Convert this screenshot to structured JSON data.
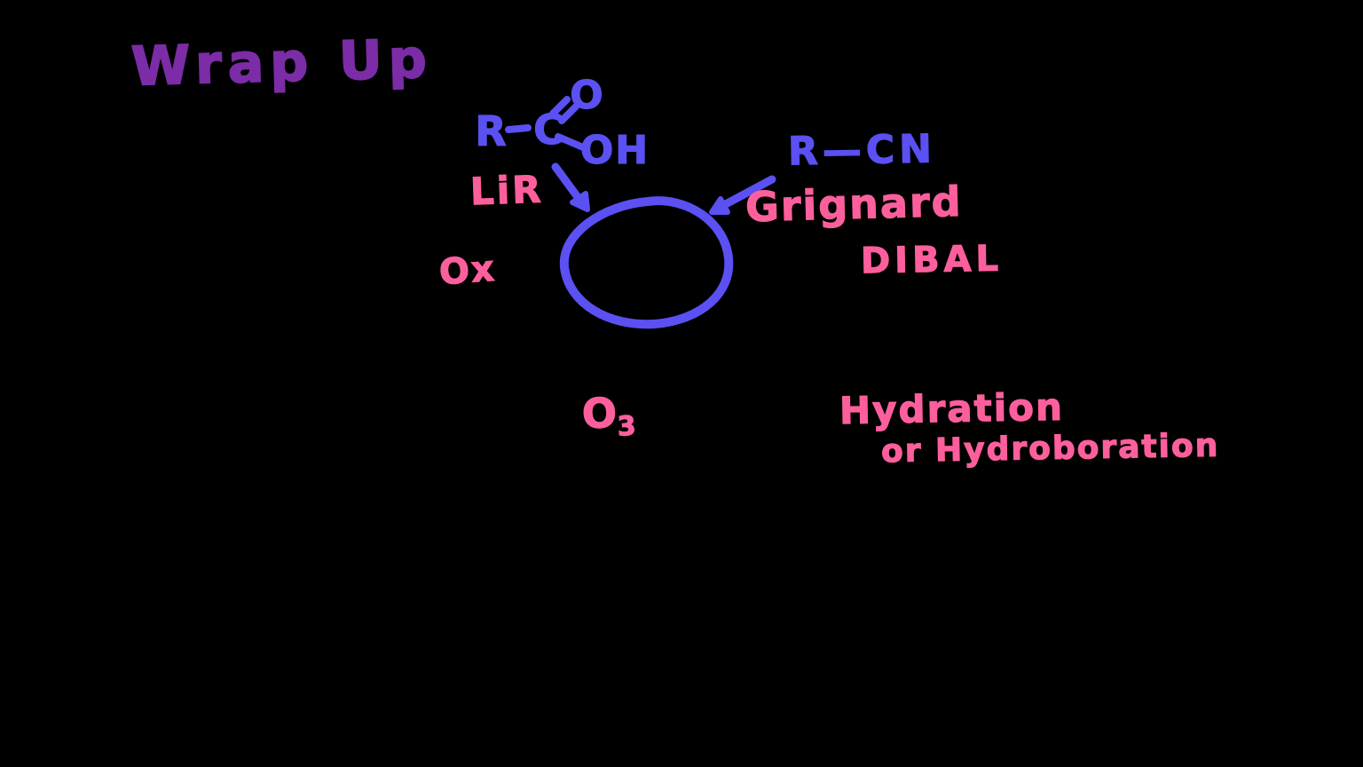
{
  "title": {
    "text": "Wrap Up"
  },
  "colors": {
    "background": "#000000",
    "purple": "#7b2ca6",
    "blue": "#5b50f2",
    "pink": "#fd5f9d"
  },
  "acid_structure": {
    "r": "R",
    "c": "C",
    "carbonyl_o": "O",
    "hydroxyl": "OH"
  },
  "labels": {
    "lir": "LiR",
    "nitrile": "R—CN",
    "grignard": "Grignard",
    "dibal": "DIBAL",
    "ox": "Ox",
    "ozone_symbol": "O",
    "ozone_subscript": "3",
    "hydration_line1": "Hydration",
    "hydration_line2": "or Hydroboration"
  }
}
